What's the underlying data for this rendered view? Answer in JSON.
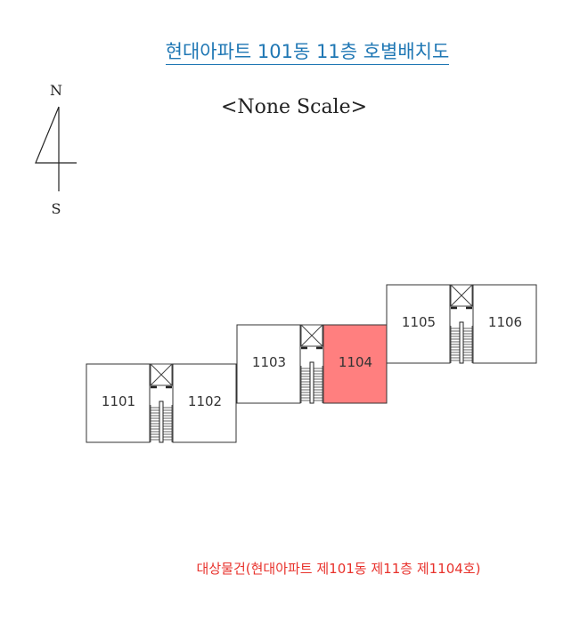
{
  "title": "현대아파트 101동 11층 호별배치도",
  "scale_note": "<None Scale>",
  "compass": {
    "north": "N",
    "south": "S"
  },
  "units": [
    {
      "label": "1101",
      "target": false
    },
    {
      "label": "1102",
      "target": false
    },
    {
      "label": "1103",
      "target": false
    },
    {
      "label": "1104",
      "target": true
    },
    {
      "label": "1105",
      "target": false
    },
    {
      "label": "1106",
      "target": false
    }
  ],
  "highlight_color": "#ff7f7f",
  "footer": "대상물건(현대아파트 제101동 제11층 제1104호)"
}
